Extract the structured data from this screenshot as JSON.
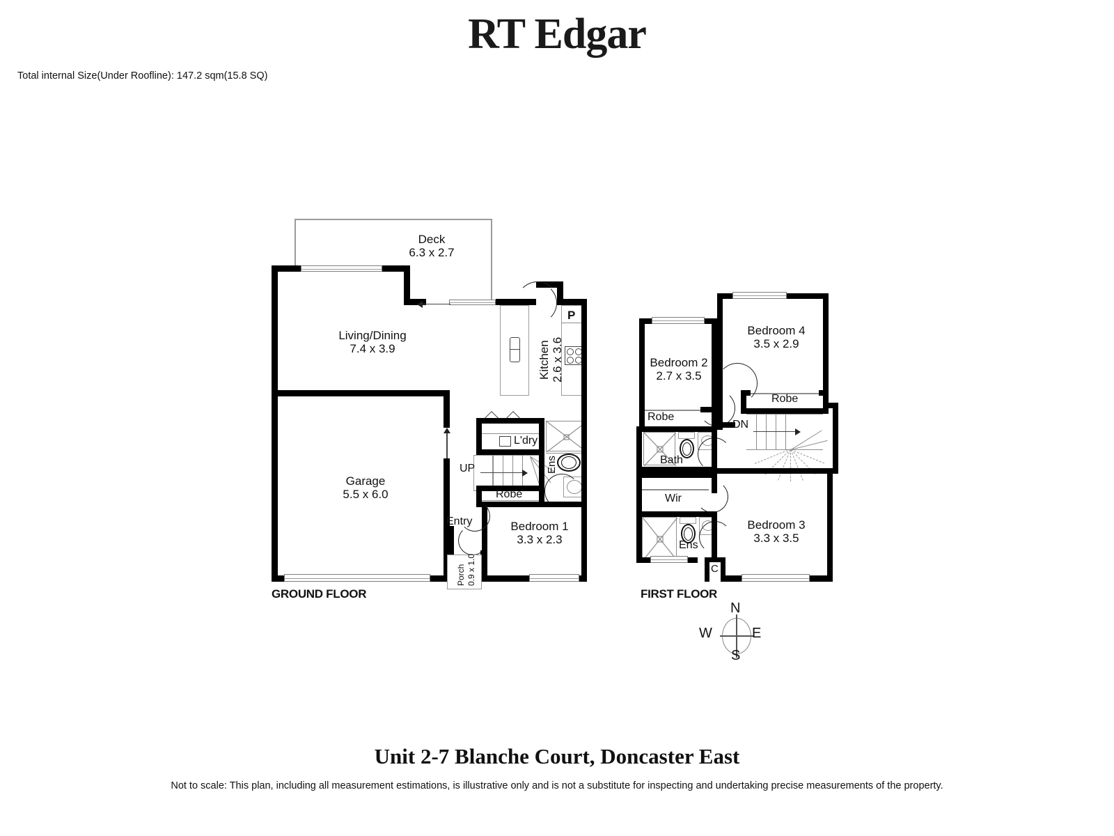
{
  "brand": {
    "title": "RT Edgar"
  },
  "header": {
    "total_size": "Total internal Size(Under Roofline): 147.2 sqm(15.8 SQ)"
  },
  "footer": {
    "address": "Unit 2-7 Blanche Court, Doncaster East",
    "disclaimer": "Not to scale: This plan, including all measurement estimations, is illustrative only and is not a substitute for inspecting and  undertaking precise measurements of the property."
  },
  "compass": {
    "n": "N",
    "s": "S",
    "e": "E",
    "w": "W"
  },
  "ground_floor": {
    "label": "GROUND FLOOR",
    "rooms": [
      {
        "name": "Deck",
        "dim": "6.3 x 2.7"
      },
      {
        "name": "Living/Dining",
        "dim": "7.4 x 3.9"
      },
      {
        "name": "Kitchen",
        "dim": "2.6 x 3.6"
      },
      {
        "name": "Garage",
        "dim": "5.5 x 6.0"
      },
      {
        "name": "Bedroom 1",
        "dim": "3.3 x 2.3"
      },
      {
        "name": "Porch",
        "dim": "0.9 x 1.0"
      }
    ],
    "annotations": {
      "pantry": "P",
      "laundry": "L'dry",
      "ensuite": "Ens",
      "robe": "Robe",
      "entry": "Entry",
      "stair_up": "UP"
    }
  },
  "first_floor": {
    "label": "FIRST FLOOR",
    "rooms": [
      {
        "name": "Bedroom 2",
        "dim": "2.7 x 3.5"
      },
      {
        "name": "Bedroom 3",
        "dim": "3.3 x 3.5"
      },
      {
        "name": "Bedroom 4",
        "dim": "3.5 x 2.9"
      }
    ],
    "annotations": {
      "robe_bed2": "Robe",
      "robe_bed4": "Robe",
      "bath": "Bath",
      "wir": "Wir",
      "ensuite": "Ens",
      "cupboard": "C",
      "stair_down": "DN"
    }
  }
}
